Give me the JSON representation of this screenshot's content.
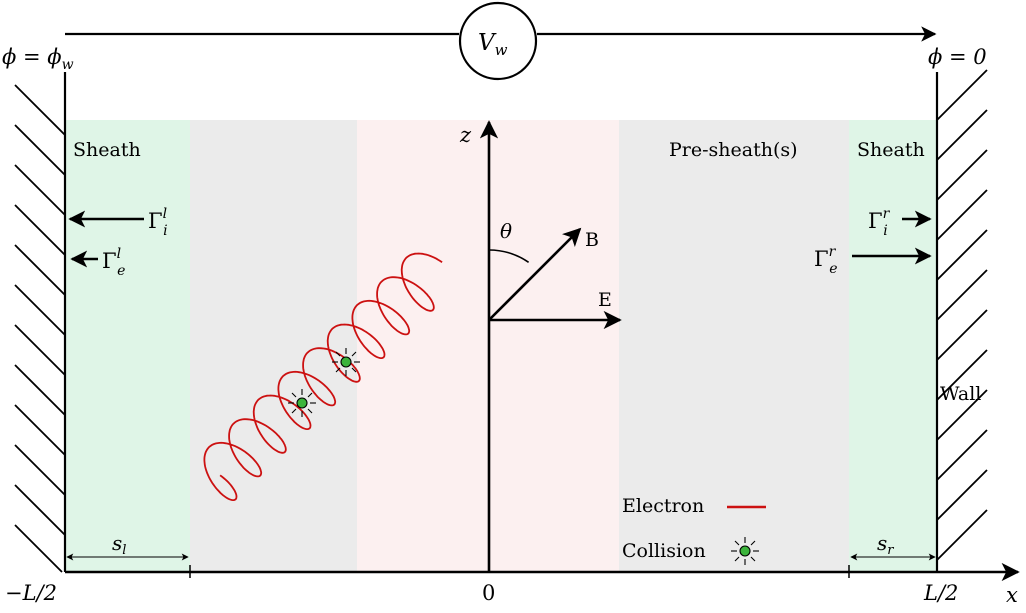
{
  "labels": {
    "phi_left": "ϕ = ϕ",
    "phi_left_sub": "w",
    "phi_right": "ϕ = 0",
    "voltmeter": "V",
    "voltmeter_sub": "w",
    "sheath_left": "Sheath",
    "sheath_right": "Sheath",
    "presheath": "Pre-sheath(s)",
    "wall": "Wall",
    "z_axis": "z",
    "x_axis": "x",
    "theta": "θ",
    "b_field": "B",
    "e_field": "E",
    "gamma_i_left": "Γ",
    "gamma_i_left_sup": "l",
    "gamma_i_left_sub": "i",
    "gamma_e_left": "Γ",
    "gamma_e_left_sup": "l",
    "gamma_e_left_sub": "e",
    "gamma_i_right": "Γ",
    "gamma_i_right_sup": "r",
    "gamma_i_right_sub": "i",
    "gamma_e_right": "Γ",
    "gamma_e_right_sup": "r",
    "gamma_e_right_sub": "e",
    "s_left": "s",
    "s_left_sub": "l",
    "s_right": "s",
    "s_right_sub": "r",
    "tick_left": "−L/2",
    "tick_zero": "0",
    "tick_right": "L/2",
    "legend_electron": "Electron",
    "legend_collision": "Collision"
  },
  "colors": {
    "sheath": "#dff5e7",
    "presheath": "#ebebeb",
    "core": "#fcf0f0",
    "electron": "#cc1111",
    "collision": "#3cb43c",
    "ink": "#000000"
  }
}
